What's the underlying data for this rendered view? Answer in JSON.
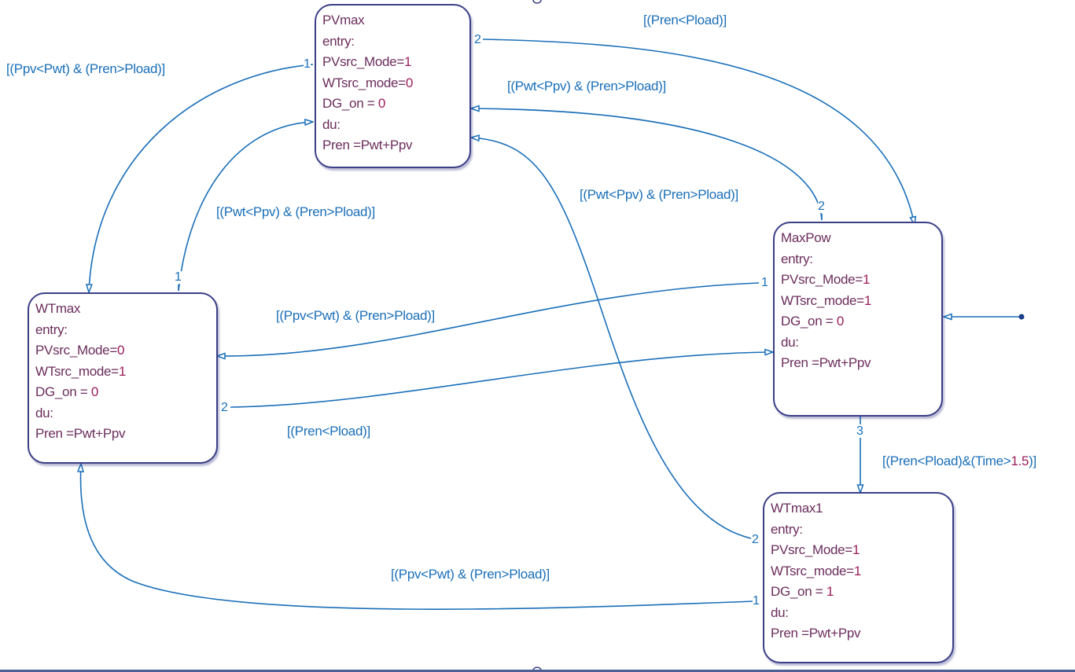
{
  "diagram": {
    "type": "stateflow-chart",
    "colors": {
      "state_border": "#3b3f86",
      "state_text": "#6b2d5c",
      "value_text": "#9b1d5a",
      "transition": "#1a6fb8",
      "bottom_bar": "#4d5f94"
    },
    "states": {
      "pvmax": {
        "name": "PVmax",
        "lines": [
          "entry:",
          "PVsrc_Mode=",
          "WTsrc_mode=",
          "DG_on = ",
          "du:",
          "Pren =Pwt+Ppv"
        ],
        "values": [
          "",
          "1",
          "0",
          "0",
          "",
          ""
        ]
      },
      "wtmax": {
        "name": "WTmax",
        "lines": [
          "entry:",
          "PVsrc_Mode=",
          "WTsrc_mode=",
          "DG_on = ",
          "du:",
          "Pren =Pwt+Ppv"
        ],
        "values": [
          "",
          "0",
          "1",
          "0",
          "",
          ""
        ]
      },
      "maxpow": {
        "name": "MaxPow",
        "lines": [
          "entry:",
          "PVsrc_Mode=",
          "WTsrc_mode=",
          "DG_on = ",
          "du:",
          "Pren =Pwt+Ppv"
        ],
        "values": [
          "",
          "1",
          "1",
          "0",
          "",
          ""
        ]
      },
      "wtmax1": {
        "name": "WTmax1",
        "lines": [
          "entry:",
          "PVsrc_Mode=",
          "WTsrc_mode=",
          "DG_on = ",
          "du:",
          "Pren =Pwt+Ppv"
        ],
        "values": [
          "",
          "1",
          "1",
          "1",
          "",
          ""
        ]
      }
    },
    "transitions": {
      "pvmax_to_wtmax": {
        "guard": "[(Ppv<Pwt) & (Pren>Pload)]",
        "priority": "1"
      },
      "pvmax_to_maxpow": {
        "guard": "[(Pren<Pload)]",
        "priority": "2"
      },
      "maxpow_to_pvmax": {
        "guard": "[(Pwt<Ppv) & (Pren>Pload)]",
        "priority": "2"
      },
      "wtmax1_to_pvmax": {
        "guard": "[(Pwt<Ppv) & (Pren>Pload)]",
        "priority": "2"
      },
      "wtmax_to_pvmax": {
        "guard": "[(Pwt<Ppv) & (Pren>Pload)]",
        "priority": "1"
      },
      "maxpow_to_wtmax": {
        "guard": "[(Ppv<Pwt) & (Pren>Pload)]",
        "priority": "1"
      },
      "wtmax_to_maxpow": {
        "guard": "[(Pren<Pload)]",
        "priority": "2"
      },
      "maxpow_to_wtmax1": {
        "guard_prefix": "[(Pren<Pload)&(Time>",
        "guard_value": "1.5",
        "guard_suffix": ")]",
        "priority": "3"
      },
      "wtmax1_to_wtmax": {
        "guard": "[(Ppv<Pwt) & (Pren>Pload)]",
        "priority": "1"
      }
    },
    "default_transition_target": "MaxPow"
  }
}
